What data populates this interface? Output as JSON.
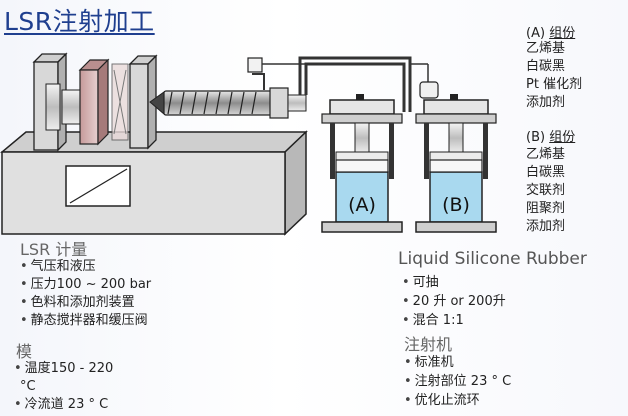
{
  "title": "LSR注射加工",
  "composition_a": {
    "heading_prefix": "(A)",
    "heading_word": "组份",
    "items": [
      "乙烯基",
      "白碳黑",
      "Pt 催化剂",
      "添加剂"
    ]
  },
  "composition_b": {
    "heading_prefix": "(B)",
    "heading_word": "组份",
    "items": [
      "乙烯基",
      "白碳黑",
      "交联剂",
      "阻聚剂",
      "添加剂"
    ]
  },
  "tanks": {
    "a_label": "(A)",
    "b_label": "(B)"
  },
  "metering": {
    "title": "LSR 计量",
    "items": [
      "气压和液压",
      "压力100 ~ 200 bar",
      "色料和添加剂装置",
      "静态搅拌器和缓压阀"
    ]
  },
  "mold": {
    "title": "模",
    "items": [
      "温度150 - 220",
      "°C",
      "冷流道 23 ° C"
    ]
  },
  "lsr": {
    "title": "Liquid Silicone Rubber",
    "items": [
      "可抽",
      "20 升 or 200升",
      "混合 1:1"
    ]
  },
  "injection": {
    "title": "注射机",
    "items": [
      "标准机",
      "注射部位  23 ° C",
      "优化止流环"
    ]
  },
  "colors": {
    "title": "#1f3f8f",
    "tank_fluid": "#a9d9ef",
    "machine": "#dcdcdc"
  }
}
